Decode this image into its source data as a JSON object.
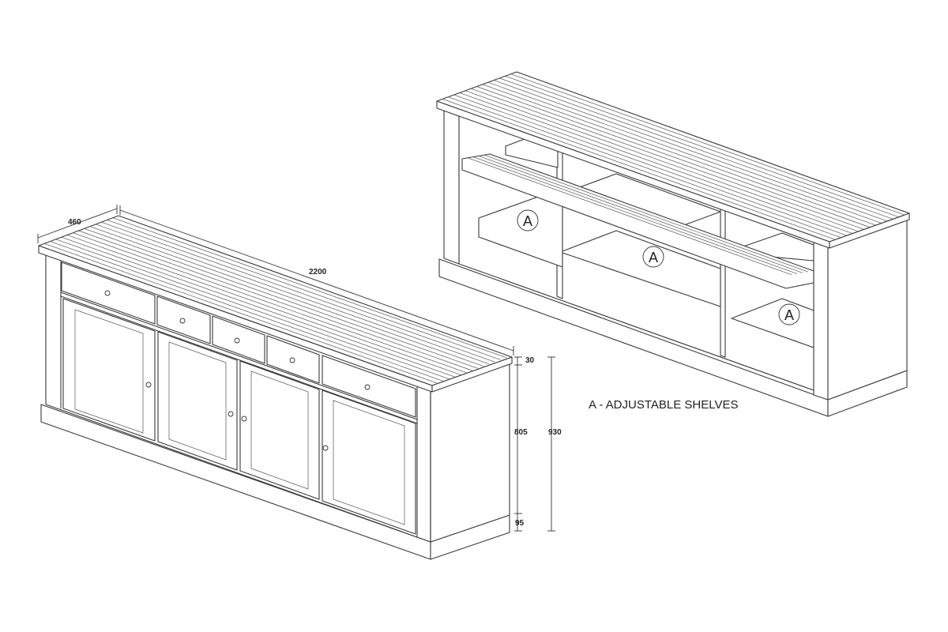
{
  "dimensions": {
    "depth": "460",
    "width": "2200",
    "top_thickness": "30",
    "body_height": "805",
    "total_height": "930",
    "plinth_height": "95"
  },
  "markers": {
    "shelf_1": "A",
    "shelf_2": "A",
    "shelf_3": "A"
  },
  "legend": {
    "text": "A - ADJUSTABLE SHELVES"
  }
}
